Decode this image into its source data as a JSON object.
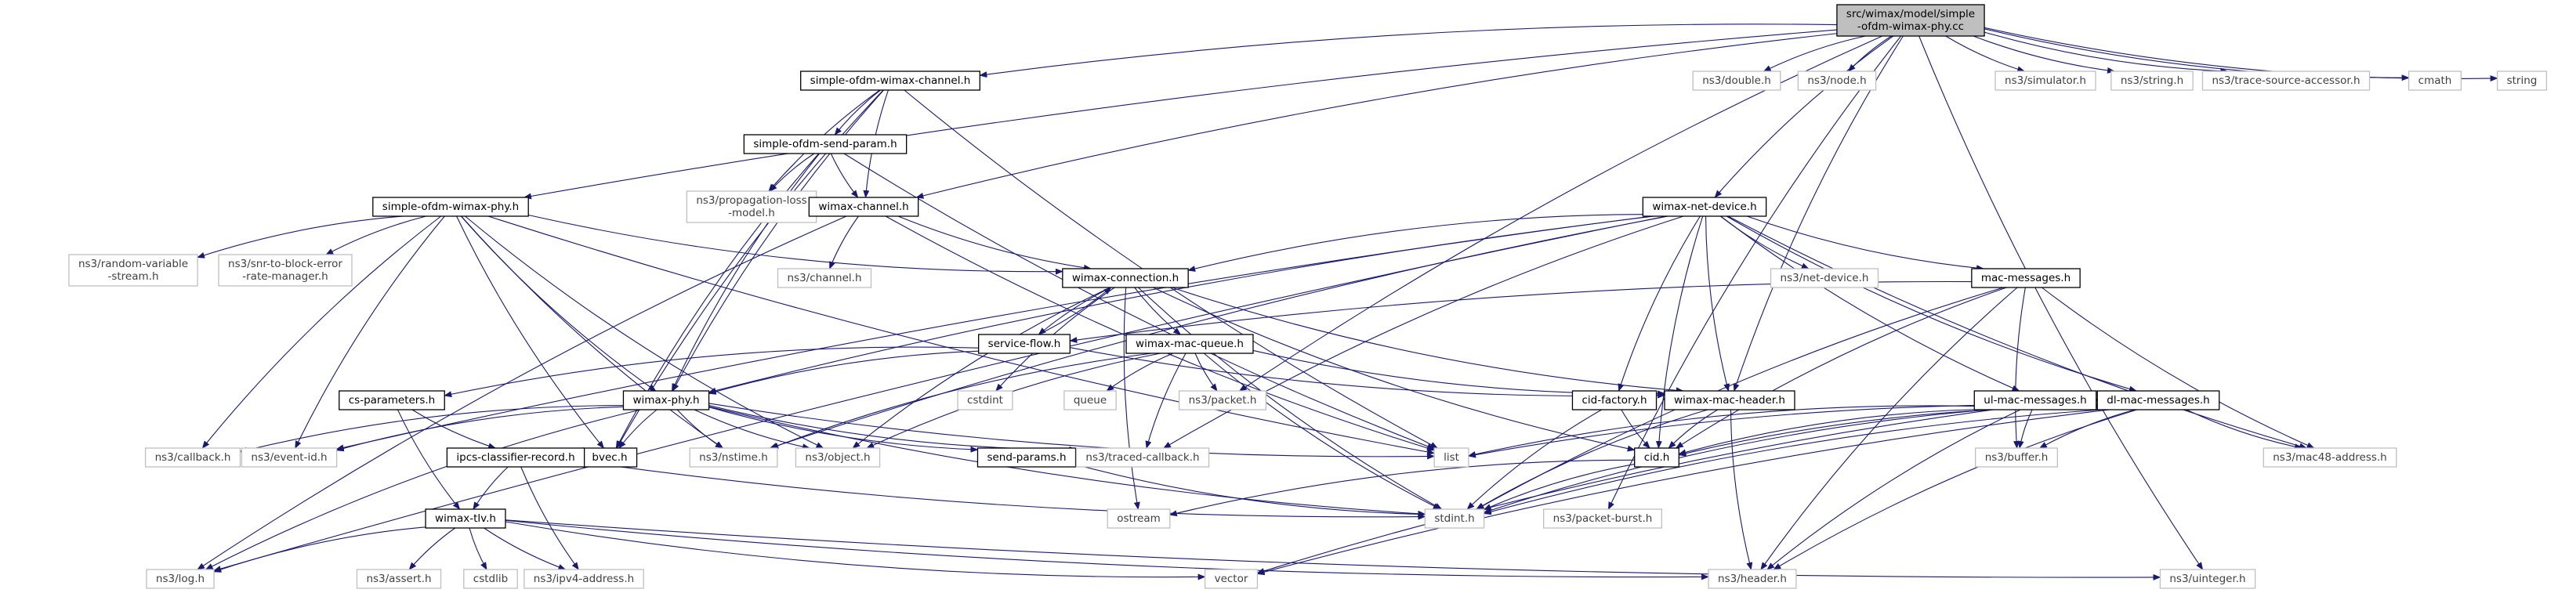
{
  "colors": {
    "edge": "#191970",
    "border_solid": "#000000",
    "border_external": "#bfbfbf",
    "text_solid": "#000000",
    "text_external": "#404040",
    "root_fill": "#bfbfbf"
  },
  "nodes": [
    {
      "id": "root",
      "lines": [
        "src/wimax/model/simple",
        "-ofdm-wimax-phy.cc"
      ],
      "style": "root"
    },
    {
      "id": "channel",
      "lines": [
        "simple-ofdm-wimax-channel.h"
      ],
      "style": "solid"
    },
    {
      "id": "double",
      "lines": [
        "ns3/double.h"
      ],
      "style": "external"
    },
    {
      "id": "node",
      "lines": [
        "ns3/node.h"
      ],
      "style": "external"
    },
    {
      "id": "simulator",
      "lines": [
        "ns3/simulator.h"
      ],
      "style": "external"
    },
    {
      "id": "string_ns3",
      "lines": [
        "ns3/string.h"
      ],
      "style": "external"
    },
    {
      "id": "tsa",
      "lines": [
        "ns3/trace-source-accessor.h"
      ],
      "style": "external"
    },
    {
      "id": "cmath",
      "lines": [
        "cmath"
      ],
      "style": "external"
    },
    {
      "id": "string",
      "lines": [
        "string"
      ],
      "style": "external"
    },
    {
      "id": "sendparam",
      "lines": [
        "simple-ofdm-send-param.h"
      ],
      "style": "solid"
    },
    {
      "id": "phyh",
      "lines": [
        "simple-ofdm-wimax-phy.h"
      ],
      "style": "solid"
    },
    {
      "id": "proploss",
      "lines": [
        "ns3/propagation-loss",
        "-model.h"
      ],
      "style": "external"
    },
    {
      "id": "wchannel",
      "lines": [
        "wimax-channel.h"
      ],
      "style": "solid"
    },
    {
      "id": "netdevice",
      "lines": [
        "wimax-net-device.h"
      ],
      "style": "solid"
    },
    {
      "id": "rvs",
      "lines": [
        "ns3/random-variable",
        "-stream.h"
      ],
      "style": "external"
    },
    {
      "id": "snr",
      "lines": [
        "ns3/snr-to-block-error",
        "-rate-manager.h"
      ],
      "style": "external"
    },
    {
      "id": "ns3channel",
      "lines": [
        "ns3/channel.h"
      ],
      "style": "external"
    },
    {
      "id": "ns3netdevice",
      "lines": [
        "ns3/net-device.h"
      ],
      "style": "external"
    },
    {
      "id": "macmsg",
      "lines": [
        "mac-messages.h"
      ],
      "style": "solid"
    },
    {
      "id": "wconn",
      "lines": [
        "wimax-connection.h"
      ],
      "style": "solid"
    },
    {
      "id": "sflow",
      "lines": [
        "service-flow.h"
      ],
      "style": "solid"
    },
    {
      "id": "macqueue",
      "lines": [
        "wimax-mac-queue.h"
      ],
      "style": "solid"
    },
    {
      "id": "cstdint",
      "lines": [
        "cstdint"
      ],
      "style": "external"
    },
    {
      "id": "queue",
      "lines": [
        "queue"
      ],
      "style": "external"
    },
    {
      "id": "packet",
      "lines": [
        "ns3/packet.h"
      ],
      "style": "external"
    },
    {
      "id": "cidfactory",
      "lines": [
        "cid-factory.h"
      ],
      "style": "solid"
    },
    {
      "id": "macheader",
      "lines": [
        "wimax-mac-header.h"
      ],
      "style": "solid"
    },
    {
      "id": "ulmac",
      "lines": [
        "ul-mac-messages.h"
      ],
      "style": "solid"
    },
    {
      "id": "dlmac",
      "lines": [
        "dl-mac-messages.h"
      ],
      "style": "solid"
    },
    {
      "id": "csparams",
      "lines": [
        "cs-parameters.h"
      ],
      "style": "solid"
    },
    {
      "id": "wphy",
      "lines": [
        "wimax-phy.h"
      ],
      "style": "solid"
    },
    {
      "id": "list",
      "lines": [
        "list"
      ],
      "style": "external"
    },
    {
      "id": "cid",
      "lines": [
        "cid.h"
      ],
      "style": "solid"
    },
    {
      "id": "buffer",
      "lines": [
        "ns3/buffer.h"
      ],
      "style": "external"
    },
    {
      "id": "mac48",
      "lines": [
        "ns3/mac48-address.h"
      ],
      "style": "external"
    },
    {
      "id": "callback",
      "lines": [
        "ns3/callback.h"
      ],
      "style": "external"
    },
    {
      "id": "eventid",
      "lines": [
        "ns3/event-id.h"
      ],
      "style": "external"
    },
    {
      "id": "bvec",
      "lines": [
        "bvec.h"
      ],
      "style": "solid"
    },
    {
      "id": "nstime",
      "lines": [
        "ns3/nstime.h"
      ],
      "style": "external"
    },
    {
      "id": "object",
      "lines": [
        "ns3/object.h"
      ],
      "style": "external"
    },
    {
      "id": "sendparams",
      "lines": [
        "send-params.h"
      ],
      "style": "solid"
    },
    {
      "id": "tracedcb",
      "lines": [
        "ns3/traced-callback.h"
      ],
      "style": "external"
    },
    {
      "id": "ipcs",
      "lines": [
        "ipcs-classifier-record.h"
      ],
      "style": "solid"
    },
    {
      "id": "stdint",
      "lines": [
        "stdint.h"
      ],
      "style": "external"
    },
    {
      "id": "packetburst",
      "lines": [
        "ns3/packet-burst.h"
      ],
      "style": "external"
    },
    {
      "id": "ostream",
      "lines": [
        "ostream"
      ],
      "style": "external"
    },
    {
      "id": "tlv",
      "lines": [
        "wimax-tlv.h"
      ],
      "style": "solid"
    },
    {
      "id": "log",
      "lines": [
        "ns3/log.h"
      ],
      "style": "external"
    },
    {
      "id": "assert",
      "lines": [
        "ns3/assert.h"
      ],
      "style": "external"
    },
    {
      "id": "cstdlib",
      "lines": [
        "cstdlib"
      ],
      "style": "external"
    },
    {
      "id": "ipv4",
      "lines": [
        "ns3/ipv4-address.h"
      ],
      "style": "external"
    },
    {
      "id": "vector",
      "lines": [
        "vector"
      ],
      "style": "external"
    },
    {
      "id": "header",
      "lines": [
        "ns3/header.h"
      ],
      "style": "external"
    },
    {
      "id": "uinteger",
      "lines": [
        "ns3/uinteger.h"
      ],
      "style": "external"
    }
  ],
  "edges": [
    [
      "root",
      "channel"
    ],
    [
      "root",
      "double"
    ],
    [
      "root",
      "node"
    ],
    [
      "root",
      "simulator"
    ],
    [
      "root",
      "string_ns3"
    ],
    [
      "root",
      "tsa"
    ],
    [
      "root",
      "cmath"
    ],
    [
      "root",
      "string"
    ],
    [
      "root",
      "phyh"
    ],
    [
      "root",
      "wchannel"
    ],
    [
      "root",
      "netdevice"
    ],
    [
      "root",
      "packet"
    ],
    [
      "root",
      "macheader"
    ],
    [
      "root",
      "packetburst"
    ],
    [
      "root",
      "uinteger"
    ],
    [
      "channel",
      "sendparam"
    ],
    [
      "channel",
      "proploss"
    ],
    [
      "channel",
      "wchannel"
    ],
    [
      "channel",
      "wphy"
    ],
    [
      "channel",
      "bvec"
    ],
    [
      "channel",
      "list"
    ],
    [
      "sendparam",
      "proploss"
    ],
    [
      "sendparam",
      "wchannel"
    ],
    [
      "sendparam",
      "wphy"
    ],
    [
      "sendparam",
      "bvec"
    ],
    [
      "sendparam",
      "list"
    ],
    [
      "phyh",
      "rvs"
    ],
    [
      "phyh",
      "snr"
    ],
    [
      "phyh",
      "wconn"
    ],
    [
      "phyh",
      "wphy"
    ],
    [
      "phyh",
      "callback"
    ],
    [
      "phyh",
      "eventid"
    ],
    [
      "phyh",
      "bvec"
    ],
    [
      "phyh",
      "nstime"
    ],
    [
      "phyh",
      "object"
    ],
    [
      "phyh",
      "list"
    ],
    [
      "wchannel",
      "ns3channel"
    ],
    [
      "wchannel",
      "wconn"
    ],
    [
      "wchannel",
      "log"
    ],
    [
      "wchannel",
      "list"
    ],
    [
      "netdevice",
      "ns3netdevice"
    ],
    [
      "netdevice",
      "macmsg"
    ],
    [
      "netdevice",
      "wconn"
    ],
    [
      "netdevice",
      "cidfactory"
    ],
    [
      "netdevice",
      "macheader"
    ],
    [
      "netdevice",
      "ulmac"
    ],
    [
      "netdevice",
      "dlmac"
    ],
    [
      "netdevice",
      "wphy"
    ],
    [
      "netdevice",
      "cid"
    ],
    [
      "netdevice",
      "mac48"
    ],
    [
      "netdevice",
      "eventid"
    ],
    [
      "netdevice",
      "nstime"
    ],
    [
      "netdevice",
      "tracedcb"
    ],
    [
      "netdevice",
      "log"
    ],
    [
      "macmsg",
      "sflow"
    ],
    [
      "macmsg",
      "cid"
    ],
    [
      "macmsg",
      "buffer"
    ],
    [
      "macmsg",
      "mac48"
    ],
    [
      "macmsg",
      "stdint"
    ],
    [
      "macmsg",
      "header"
    ],
    [
      "wconn",
      "sflow"
    ],
    [
      "wconn",
      "macqueue"
    ],
    [
      "wconn",
      "cstdint"
    ],
    [
      "wconn",
      "cid"
    ],
    [
      "wconn",
      "object"
    ],
    [
      "wconn",
      "stdint"
    ],
    [
      "wconn",
      "ostream"
    ],
    [
      "wconn",
      "macheader"
    ],
    [
      "sflow",
      "wconn"
    ],
    [
      "sflow",
      "csparams"
    ],
    [
      "sflow",
      "wphy"
    ],
    [
      "sflow",
      "macheader"
    ],
    [
      "macqueue",
      "queue"
    ],
    [
      "macqueue",
      "packet"
    ],
    [
      "macqueue",
      "macheader"
    ],
    [
      "macqueue",
      "nstime"
    ],
    [
      "macqueue",
      "object"
    ],
    [
      "macqueue",
      "tracedcb"
    ],
    [
      "macqueue",
      "stdint"
    ],
    [
      "cidfactory",
      "cid"
    ],
    [
      "cidfactory",
      "stdint"
    ],
    [
      "macheader",
      "cid"
    ],
    [
      "macheader",
      "header"
    ],
    [
      "macheader",
      "stdint"
    ],
    [
      "ulmac",
      "cid"
    ],
    [
      "ulmac",
      "buffer"
    ],
    [
      "ulmac",
      "header"
    ],
    [
      "ulmac",
      "list"
    ],
    [
      "ulmac",
      "stdint"
    ],
    [
      "ulmac",
      "vector"
    ],
    [
      "dlmac",
      "cid"
    ],
    [
      "dlmac",
      "buffer"
    ],
    [
      "dlmac",
      "mac48"
    ],
    [
      "dlmac",
      "header"
    ],
    [
      "dlmac",
      "list"
    ],
    [
      "dlmac",
      "stdint"
    ],
    [
      "dlmac",
      "vector"
    ],
    [
      "csparams",
      "ipcs"
    ],
    [
      "csparams",
      "tlv"
    ],
    [
      "wphy",
      "callback"
    ],
    [
      "wphy",
      "eventid"
    ],
    [
      "wphy",
      "bvec"
    ],
    [
      "wphy",
      "nstime"
    ],
    [
      "wphy",
      "object"
    ],
    [
      "wphy",
      "sendparams"
    ],
    [
      "wphy",
      "tracedcb"
    ],
    [
      "wphy",
      "list"
    ],
    [
      "wphy",
      "log"
    ],
    [
      "wphy",
      "stdint"
    ],
    [
      "cid",
      "stdint"
    ],
    [
      "cid",
      "ostream"
    ],
    [
      "sendparams",
      "stdint"
    ],
    [
      "ipcs",
      "tlv"
    ],
    [
      "ipcs",
      "ipv4"
    ],
    [
      "ipcs",
      "stdint"
    ],
    [
      "tlv",
      "log"
    ],
    [
      "tlv",
      "assert"
    ],
    [
      "tlv",
      "cstdlib"
    ],
    [
      "tlv",
      "ipv4"
    ],
    [
      "tlv",
      "vector"
    ],
    [
      "tlv",
      "header"
    ],
    [
      "tlv",
      "uinteger"
    ]
  ]
}
